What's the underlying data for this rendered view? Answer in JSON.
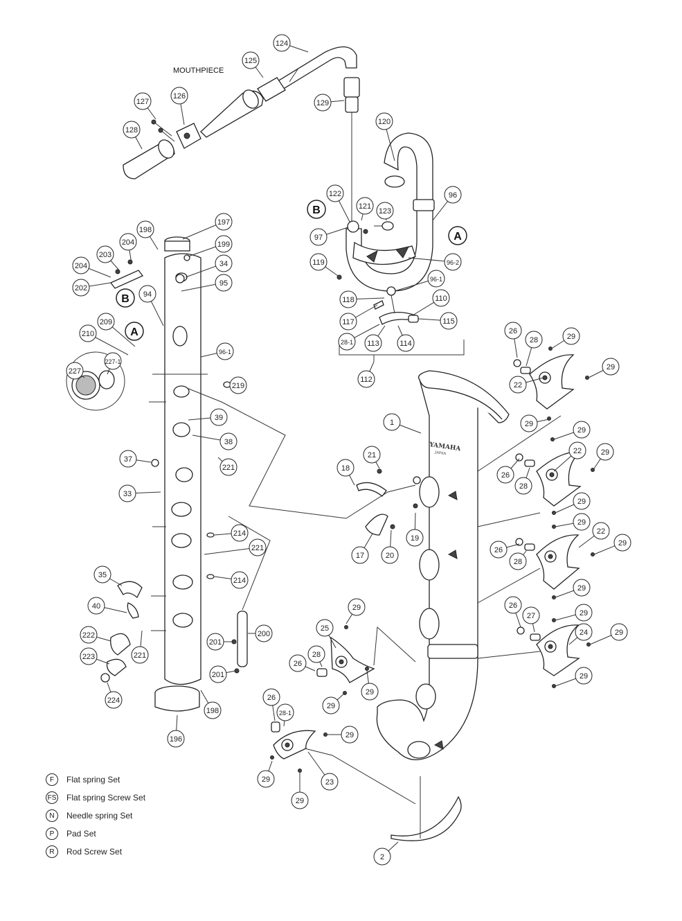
{
  "heading": "MOUTHPIECE",
  "brand": {
    "name": "YAMAHA",
    "sub": "JAPAN"
  },
  "section_markers": [
    "A",
    "B"
  ],
  "part_labels": [
    "1",
    "2",
    "17",
    "18",
    "19",
    "20",
    "21",
    "22",
    "23",
    "24",
    "25",
    "26",
    "27",
    "28",
    "28-1",
    "29",
    "33",
    "34",
    "35",
    "37",
    "38",
    "39",
    "40",
    "94",
    "95",
    "96",
    "96-1",
    "96-2",
    "97",
    "110",
    "112",
    "113",
    "114",
    "115",
    "117",
    "118",
    "119",
    "120",
    "121",
    "122",
    "123",
    "124",
    "125",
    "126",
    "127",
    "128",
    "129",
    "196",
    "197",
    "198",
    "199",
    "200",
    "201",
    "202",
    "203",
    "204",
    "209",
    "210",
    "214",
    "219",
    "221",
    "222",
    "223",
    "224",
    "227",
    "227-1"
  ],
  "legend": [
    {
      "badge": "F",
      "text": "Flat spring Set"
    },
    {
      "badge": "FS",
      "text": "Flat spring Screw Set"
    },
    {
      "badge": "N",
      "text": "Needle spring Set"
    },
    {
      "badge": "P",
      "text": "Pad Set"
    },
    {
      "badge": "R",
      "text": "Rod Screw Set"
    }
  ]
}
